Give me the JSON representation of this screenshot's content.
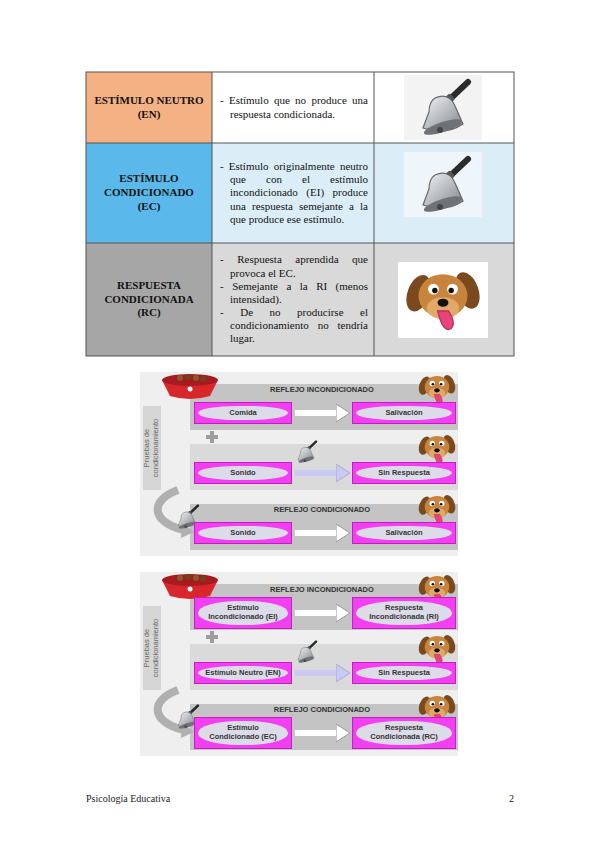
{
  "diagram": {
    "nodes": [
      {
        "text": [
          "Comida"
        ]
      },
      {
        "text": [
          "Salivación"
        ]
      },
      {
        "text": [
          "Sonido"
        ]
      },
      {
        "text": [
          "Sin Respuesta"
        ]
      },
      {
        "text": [
          "Sonido"
        ]
      },
      {
        "text": [
          "Salivación"
        ]
      },
      {
        "text": [
          "Estímulo Incondicionado (EI)"
        ]
      },
      {
        "text": [
          "Respuesta Incondicionada (RI)"
        ]
      },
      {
        "text": [
          "Estímulo Neutro (EN)"
        ]
      },
      {
        "text": [
          "Sin Respuesta"
        ]
      },
      {
        "text": [
          "Estímulo Condicionado (EC)"
        ]
      },
      {
        "text": [
          "Respuesta Condicionada (RC)"
        ]
      }
    ],
    "edges": [
      {
        "from": 0,
        "to": 1,
        "arrow": "to",
        "label": "REFLEJO INCONDICIONADO"
      },
      {
        "from": 2,
        "to": 3,
        "arrow": "to"
      },
      {
        "from": 4,
        "to": 5,
        "arrow": "to",
        "label": "REFLEJO CONDICIONADO"
      },
      {
        "from": 6,
        "to": 7,
        "arrow": "to",
        "label": "REFLEJO INCONDICIONADO"
      },
      {
        "from": 8,
        "to": 9,
        "arrow": "to"
      },
      {
        "from": 10,
        "to": 11,
        "arrow": "to",
        "label": "REFLEJO CONDICIONADO"
      }
    ],
    "labels": [
      "ESTÍMULO NEUTRO (EN)",
      "- Estímulo que no produce una respuesta condicionada.",
      "ESTÍMULO CONDICIONADO (EC)",
      "- Estímulo originalmente neutro que con el estímulo incondicionado (EI) produce una respuesta semejante a la que produce ese estímulo.",
      "RESPUESTA CONDICIONADA (RC)",
      "- Respuesta aprendida que provoca el EC.",
      "- Semejante a la RI (menos intensidad).",
      "- De no producirse el condicionamiento no tendría lugar.",
      "Pruebas de condicionamiento",
      "Pruebas de condicionamiento",
      "Psicología Educativa",
      "2"
    ]
  }
}
